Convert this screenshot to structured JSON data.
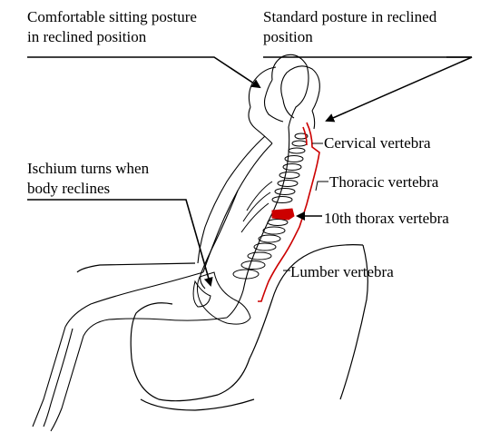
{
  "labels": {
    "comfortable": {
      "line1": "Comfortable sitting posture",
      "line2": "in reclined position"
    },
    "standard": {
      "line1": "Standard posture in reclined",
      "line2": "position"
    },
    "ischium": {
      "line1": "Ischium turns when",
      "line2": "body reclines"
    },
    "cervical": "Cervical vertebra",
    "thoracic": "Thoracic vertebra",
    "tenth": "10th thorax vertebra",
    "lumber": "Lumber vertebra"
  },
  "colors": {
    "line": "#000000",
    "spine_outline": "#cc0000",
    "vertebra_highlight": "#cc0000"
  }
}
